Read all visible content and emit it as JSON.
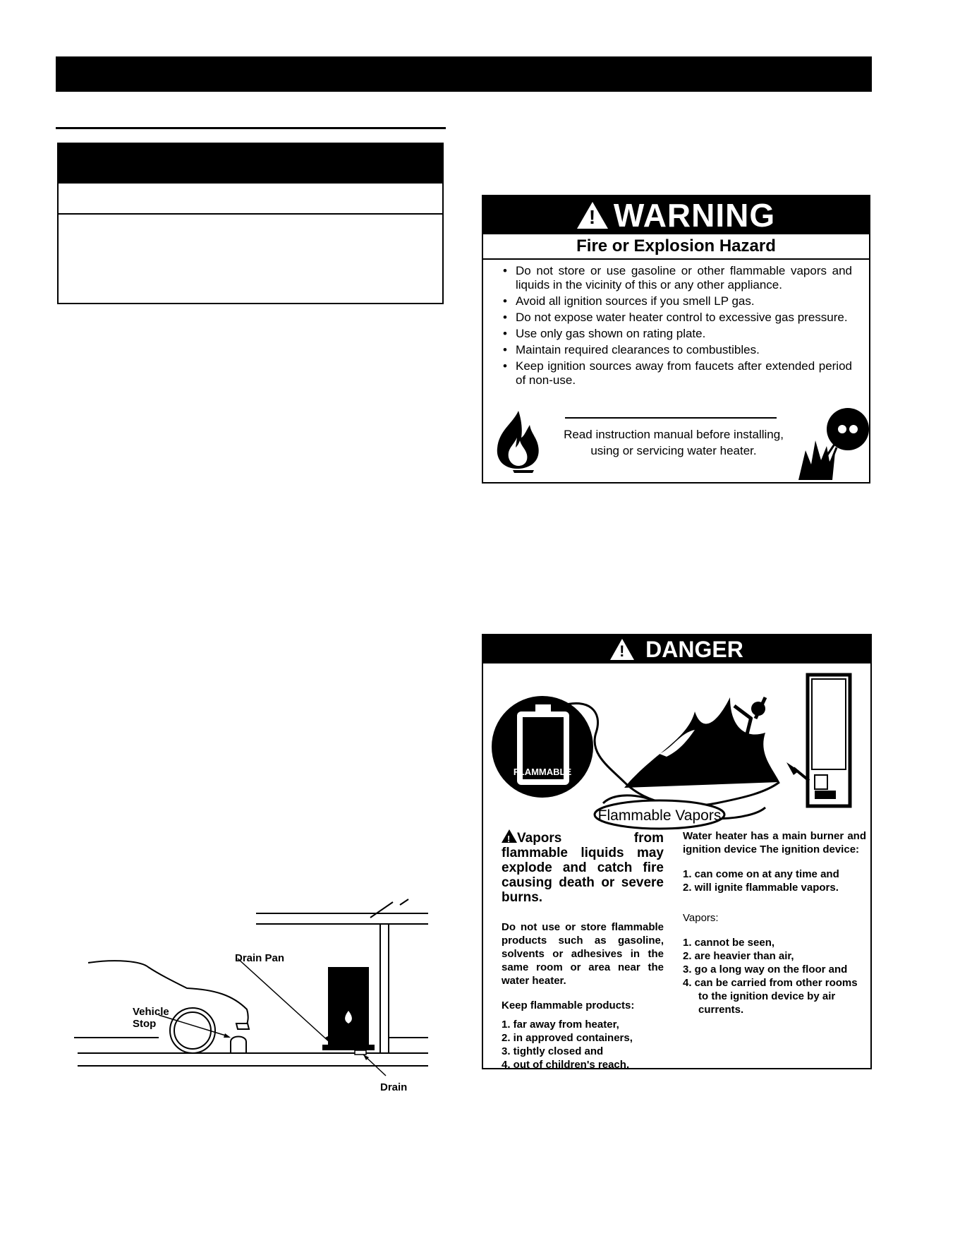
{
  "warning": {
    "title": "WARNING",
    "subtitle": "Fire or Explosion Hazard",
    "bullets": [
      "Do not store or use gasoline or other flammable vapors and liquids in the vicinity of this or any other appliance.",
      "Avoid all ignition sources if you smell LP gas.",
      "Do not expose water heater control to excessive gas pressure.",
      "Use only gas shown on rating plate.",
      "Maintain required clearances to combustibles.",
      "Keep ignition sources away from faucets after extended period of non-use."
    ],
    "note": "Read instruction manual before installing, using or servicing water heater."
  },
  "danger": {
    "title": "DANGER",
    "illustration_labels": {
      "can": "FLAMMABLE",
      "vapors": "Flammable Vapors"
    },
    "headline": "Vapors from flammable liquids may explode and catch fire causing death or severe burns.",
    "left_para": "Do not use or store flammable products such as gasoline, solvents or adhesives in the same room or area near the water heater.",
    "keep_heading": "Keep flammable products:",
    "keep_items": [
      "1.  far away from heater,",
      "2.  in approved containers,",
      "3.  tightly closed and",
      "4.  out of children's reach."
    ],
    "right_para": "Water heater has a main burner and ignition device The ignition device:",
    "ignition_items": [
      "1.  can come on at any time and",
      "2.  will ignite flammable vapors."
    ],
    "vapors_heading": "Vapors:",
    "vapors_items": [
      "1.  cannot be seen,",
      "2.  are heavier than air,",
      "3.  go a long way on the floor and",
      "4.  can be carried from other rooms to the ignition device by air currents."
    ]
  },
  "garage_diagram": {
    "drain_pan": "Drain Pan",
    "vehicle_stop_line1": "Vehicle",
    "vehicle_stop_line2": "Stop",
    "drain": "Drain"
  }
}
